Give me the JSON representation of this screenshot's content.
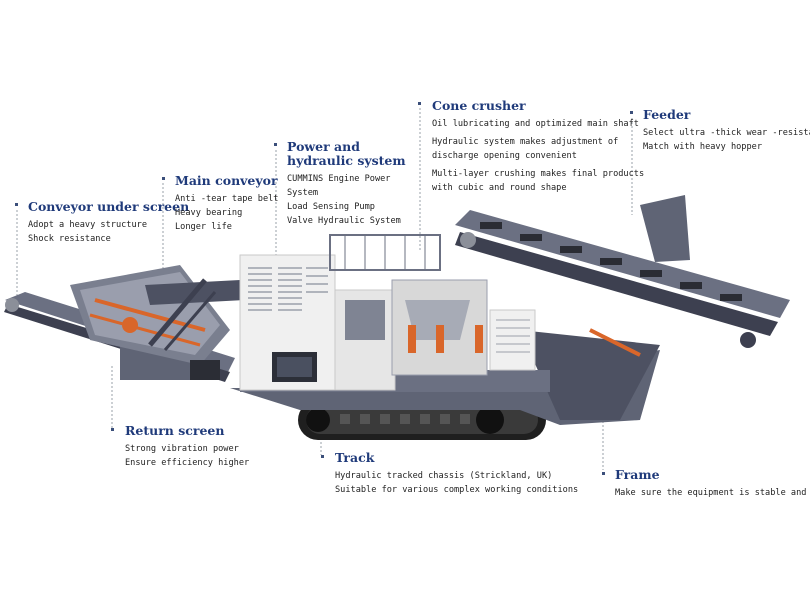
{
  "callouts": [
    {
      "id": "conveyor-under-screen",
      "title": "Conveyor under screen",
      "lines": [
        "Adopt a heavy structure",
        "Shock resistance"
      ]
    },
    {
      "id": "main-conveyor",
      "title": "Main conveyor",
      "lines": [
        "Anti -tear tape belt",
        "Heavy bearing",
        "Longer life"
      ]
    },
    {
      "id": "power-hydraulic",
      "title": "Power and hydraulic system",
      "lines": [
        "CUMMINS Engine Power",
        "System",
        "Load Sensing Pump",
        "Valve Hydraulic System"
      ]
    },
    {
      "id": "cone-crusher",
      "title": "Cone crusher",
      "lines": [
        "Oil lubricating and optimized main shaft",
        "Hydraulic system makes adjustment of",
        "discharge opening convenient",
        "Multi-layer crushing makes final products",
        "with cubic and round shape"
      ]
    },
    {
      "id": "feeder",
      "title": "Feeder",
      "lines": [
        "Select ultra -thick wear -resistant belt",
        "Match with heavy hopper"
      ]
    },
    {
      "id": "return-screen",
      "title": "Return screen",
      "lines": [
        "Strong vibration power",
        "Ensure efficiency higher"
      ]
    },
    {
      "id": "track",
      "title": "Track",
      "lines": [
        "Hydraulic tracked chassis (Strickland, UK)",
        "Suitable for various complex working conditions"
      ]
    },
    {
      "id": "frame",
      "title": "Frame",
      "lines": [
        "Make sure the equipment is stable and firm"
      ]
    }
  ],
  "colors": {
    "title": "#1f3a7a",
    "body": "#5b6070",
    "accent": "#d9662a",
    "white_module": "#f2f2f2",
    "track": "#1e1e1e"
  }
}
